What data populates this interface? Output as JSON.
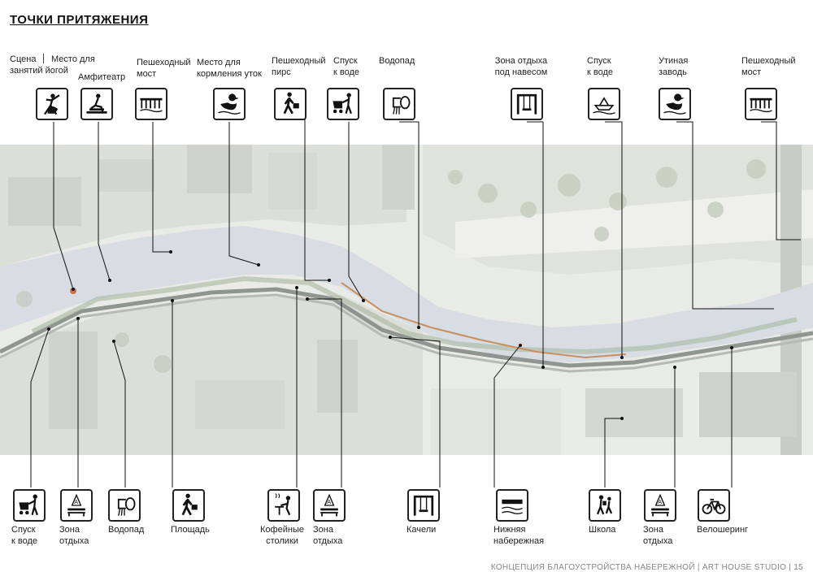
{
  "title": "ТОЧКИ ПРИТЯЖЕНИЯ",
  "footer": "КОНЦЕПЦИЯ  БЛАГОУСТРОЙСТВА НАБЕРЕЖНОЙ  |  ART HOUSE STUDIO  |     15",
  "top_points": [
    {
      "label": "Сцена\nзанятий йогой",
      "icon": "yoga-dancer-icon"
    },
    {
      "label": "Место для",
      "icon": "amphitheatre-icon"
    },
    {
      "label": "Амфитеатр",
      "icon": "amphitheatre-icon"
    },
    {
      "label": "Пешеходный\nмост",
      "icon": "bridge-icon"
    },
    {
      "label": "Место для\nкормления уток",
      "icon": "duck-icon"
    },
    {
      "label": "Пешеходный\nпирс",
      "icon": "walking-person-icon"
    },
    {
      "label": "Спуск\nк воде",
      "icon": "stroller-icon"
    },
    {
      "label": "Водопад",
      "icon": "waterfall-icon"
    },
    {
      "label": "Зона отдыха\nпод навесом",
      "icon": "swing-icon"
    },
    {
      "label": "Спуск\nк воде",
      "icon": "paper-boat-icon"
    },
    {
      "label": "Утиная\nзаводь",
      "icon": "duck-icon"
    },
    {
      "label": "Пешеходный\nмост",
      "icon": "bridge-icon"
    }
  ],
  "bottom_points": [
    {
      "label": "Спуск\nк воде",
      "icon": "stroller-icon"
    },
    {
      "label": "Зона\nотдыха",
      "icon": "bench-icon"
    },
    {
      "label": "Водопад",
      "icon": "waterfall-icon"
    },
    {
      "label": "Площадь",
      "icon": "walking-person-icon"
    },
    {
      "label": "Кофейные\nстолики",
      "icon": "coffee-table-icon"
    },
    {
      "label": "Зона\nотдыха",
      "icon": "bench-icon"
    },
    {
      "label": "Качели",
      "icon": "swing-icon"
    },
    {
      "label": "Нижняя\nнабережная",
      "icon": "lower-embankment-icon"
    },
    {
      "label": "Школа",
      "icon": "school-children-icon"
    },
    {
      "label": "Зона\nотдыха",
      "icon": "bench-icon"
    },
    {
      "label": "Велошеринг",
      "icon": "bicycle-icon"
    }
  ]
}
